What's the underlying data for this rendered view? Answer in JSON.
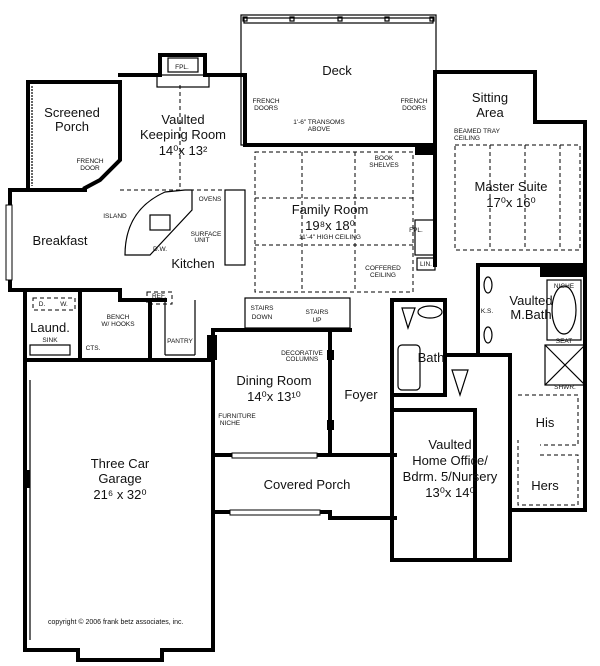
{
  "rooms": {
    "deck": "Deck",
    "sitting_area_1": "Sitting",
    "sitting_area_2": "Area",
    "screened_porch_1": "Screened",
    "screened_porch_2": "Porch",
    "keeping_room_1": "Vaulted",
    "keeping_room_2": "Keeping Room",
    "keeping_room_dim": "14⁰x 13²",
    "family_room": "Family Room",
    "family_room_dim": "19⁸x 18⁰",
    "master_suite": "Master Suite",
    "master_suite_dim": "17⁰x 16⁰",
    "breakfast": "Breakfast",
    "kitchen": "Kitchen",
    "laundry": "Laund.",
    "pantry": "PANTRY",
    "m_bath_1": "Vaulted",
    "m_bath_2": "M.Bath",
    "bath": "Bath",
    "dining_room": "Dining Room",
    "dining_room_dim": "14⁰x 13¹⁰",
    "foyer": "Foyer",
    "office_1": "Vaulted",
    "office_2": "Home Office/",
    "office_3": "Bdrm. 5/Nursery",
    "office_dim": "13⁰x 14⁰",
    "his": "His",
    "hers": "Hers",
    "garage_1": "Three Car",
    "garage_2": "Garage",
    "garage_dim": "21⁶ x  32⁰",
    "covered_porch": "Covered Porch"
  },
  "notes": {
    "fpl_keeping": "FPL.",
    "fpl_family": "FPL.",
    "french_doors_left_1": "FRENCH",
    "french_doors_left_2": "DOORS",
    "french_doors_right_1": "FRENCH",
    "french_doors_right_2": "DOORS",
    "french_door_porch_1": "FRENCH",
    "french_door_porch_2": "DOOR",
    "transoms_1": "1'-6\" TRANSOMS",
    "transoms_2": "ABOVE",
    "book_shelves_1": "BOOK",
    "book_shelves_2": "SHELVES",
    "beamed_ceiling_1": "BEAMED TRAY",
    "beamed_ceiling_2": "CEILING",
    "high_ceiling": "11'-4\" HIGH CEILING",
    "coffered_1": "COFFERED",
    "coffered_2": "CEILING",
    "lin": "LIN.",
    "island": "ISLAND",
    "ovens": "OVENS",
    "surface_unit_1": "SURFACE",
    "surface_unit_2": "UNIT",
    "dw": "D.W.",
    "ref": "REF.",
    "dryer": "D.",
    "washer": "W.",
    "sink": "SINK",
    "bench_1": "BENCH",
    "bench_2": "W/ HOOKS",
    "cts": "CTS.",
    "stairs_down_1": "STAIRS",
    "stairs_down_2": "DOWN",
    "stairs_up_1": "STAIRS",
    "stairs_up_2": "UP",
    "dec_columns_1": "DECORATIVE",
    "dec_columns_2": "COLUMNS",
    "furniture_niche_1": "FURNITURE",
    "furniture_niche_2": "NICHE",
    "ks": "K.S.",
    "niche": "NICHE",
    "seat": "SEAT",
    "shwr": "SHWR."
  },
  "copyright": "copyright © 2006 frank betz associates, inc."
}
